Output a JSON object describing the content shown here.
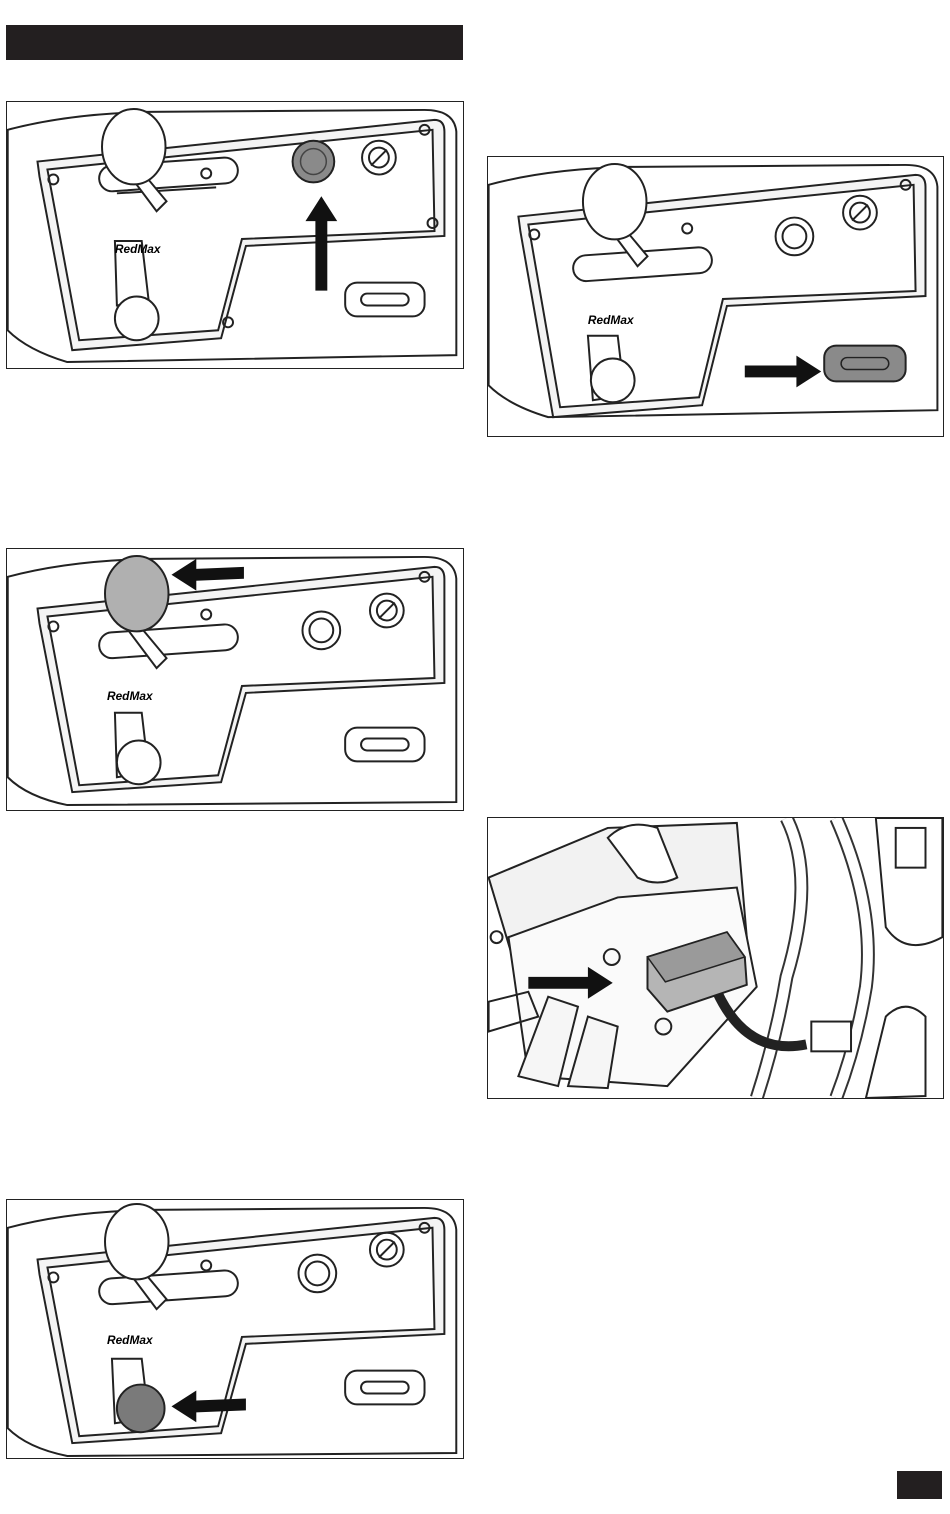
{
  "header": {
    "title": ""
  },
  "figures": [
    {
      "id": "fig-choke",
      "brand_label": "RedMax",
      "highlight": "choke-knob",
      "arrow_direction": "up",
      "highlight_color": "#8a8a8a"
    },
    {
      "id": "fig-pto",
      "brand_label": "RedMax",
      "highlight": "pto-switch",
      "arrow_direction": "right",
      "highlight_color": "#8a8a8a"
    },
    {
      "id": "fig-throttle",
      "brand_label": "RedMax",
      "highlight": "throttle-lever",
      "arrow_direction": "left",
      "highlight_color": "#b0b0b0"
    },
    {
      "id": "fig-ignition",
      "brand_label": "RedMax",
      "highlight": "ignition-key",
      "arrow_direction": "left",
      "highlight_color": "#7a7a7a"
    },
    {
      "id": "fig-fuse",
      "brand_label": "",
      "highlight": "fuse-box",
      "arrow_direction": "right",
      "highlight_color": "#b5b5b5"
    }
  ],
  "page_tab": {
    "label": ""
  }
}
